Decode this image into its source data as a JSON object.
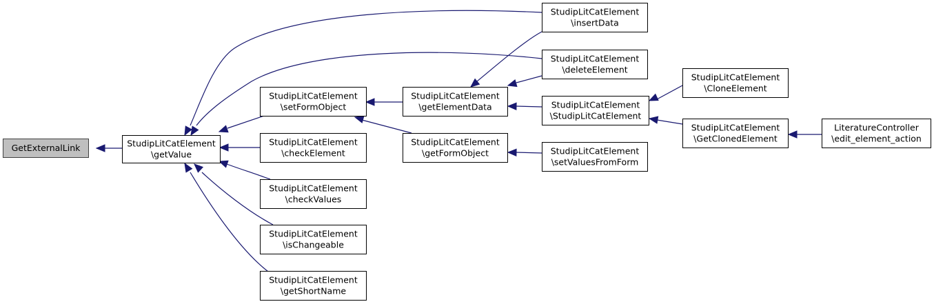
{
  "diagram": {
    "type": "call-graph",
    "direction": "right-to-left",
    "colors": {
      "edge": "#191970",
      "root_fill": "#bfbfbf",
      "node_fill": "#ffffff",
      "border": "#000000"
    },
    "nodes": [
      {
        "id": "n0",
        "lines": [
          "GetExternalLink"
        ],
        "root": true
      },
      {
        "id": "n1",
        "lines": [
          "StudipLitCatElement",
          "\\getValue"
        ]
      },
      {
        "id": "n2",
        "lines": [
          "StudipLitCatElement",
          "\\setFormObject"
        ]
      },
      {
        "id": "n3",
        "lines": [
          "StudipLitCatElement",
          "\\checkElement"
        ]
      },
      {
        "id": "n4",
        "lines": [
          "StudipLitCatElement",
          "\\checkValues"
        ]
      },
      {
        "id": "n5",
        "lines": [
          "StudipLitCatElement",
          "\\isChangeable"
        ]
      },
      {
        "id": "n6",
        "lines": [
          "StudipLitCatElement",
          "\\getShortName"
        ]
      },
      {
        "id": "n7",
        "lines": [
          "StudipLitCatElement",
          "\\getElementData"
        ]
      },
      {
        "id": "n8",
        "lines": [
          "StudipLitCatElement",
          "\\getFormObject"
        ]
      },
      {
        "id": "n9",
        "lines": [
          "StudipLitCatElement",
          "\\insertData"
        ]
      },
      {
        "id": "n10",
        "lines": [
          "StudipLitCatElement",
          "\\deleteElement"
        ]
      },
      {
        "id": "n11",
        "lines": [
          "StudipLitCatElement",
          "\\StudipLitCatElement"
        ]
      },
      {
        "id": "n12",
        "lines": [
          "StudipLitCatElement",
          "\\setValuesFromForm"
        ]
      },
      {
        "id": "n13",
        "lines": [
          "StudipLitCatElement",
          "\\CloneElement"
        ]
      },
      {
        "id": "n14",
        "lines": [
          "StudipLitCatElement",
          "\\GetClonedElement"
        ]
      },
      {
        "id": "n15",
        "lines": [
          "LiteratureController",
          "\\edit_element_action"
        ]
      }
    ],
    "edges": [
      {
        "from": "n1",
        "to": "n0"
      },
      {
        "from": "n2",
        "to": "n1"
      },
      {
        "from": "n3",
        "to": "n1"
      },
      {
        "from": "n4",
        "to": "n1"
      },
      {
        "from": "n5",
        "to": "n1"
      },
      {
        "from": "n6",
        "to": "n1"
      },
      {
        "from": "n9",
        "to": "n1"
      },
      {
        "from": "n10",
        "to": "n1"
      },
      {
        "from": "n7",
        "to": "n2"
      },
      {
        "from": "n8",
        "to": "n2"
      },
      {
        "from": "n9",
        "to": "n7"
      },
      {
        "from": "n10",
        "to": "n7"
      },
      {
        "from": "n11",
        "to": "n7"
      },
      {
        "from": "n12",
        "to": "n8"
      },
      {
        "from": "n13",
        "to": "n11"
      },
      {
        "from": "n14",
        "to": "n11"
      },
      {
        "from": "n15",
        "to": "n14"
      }
    ]
  }
}
